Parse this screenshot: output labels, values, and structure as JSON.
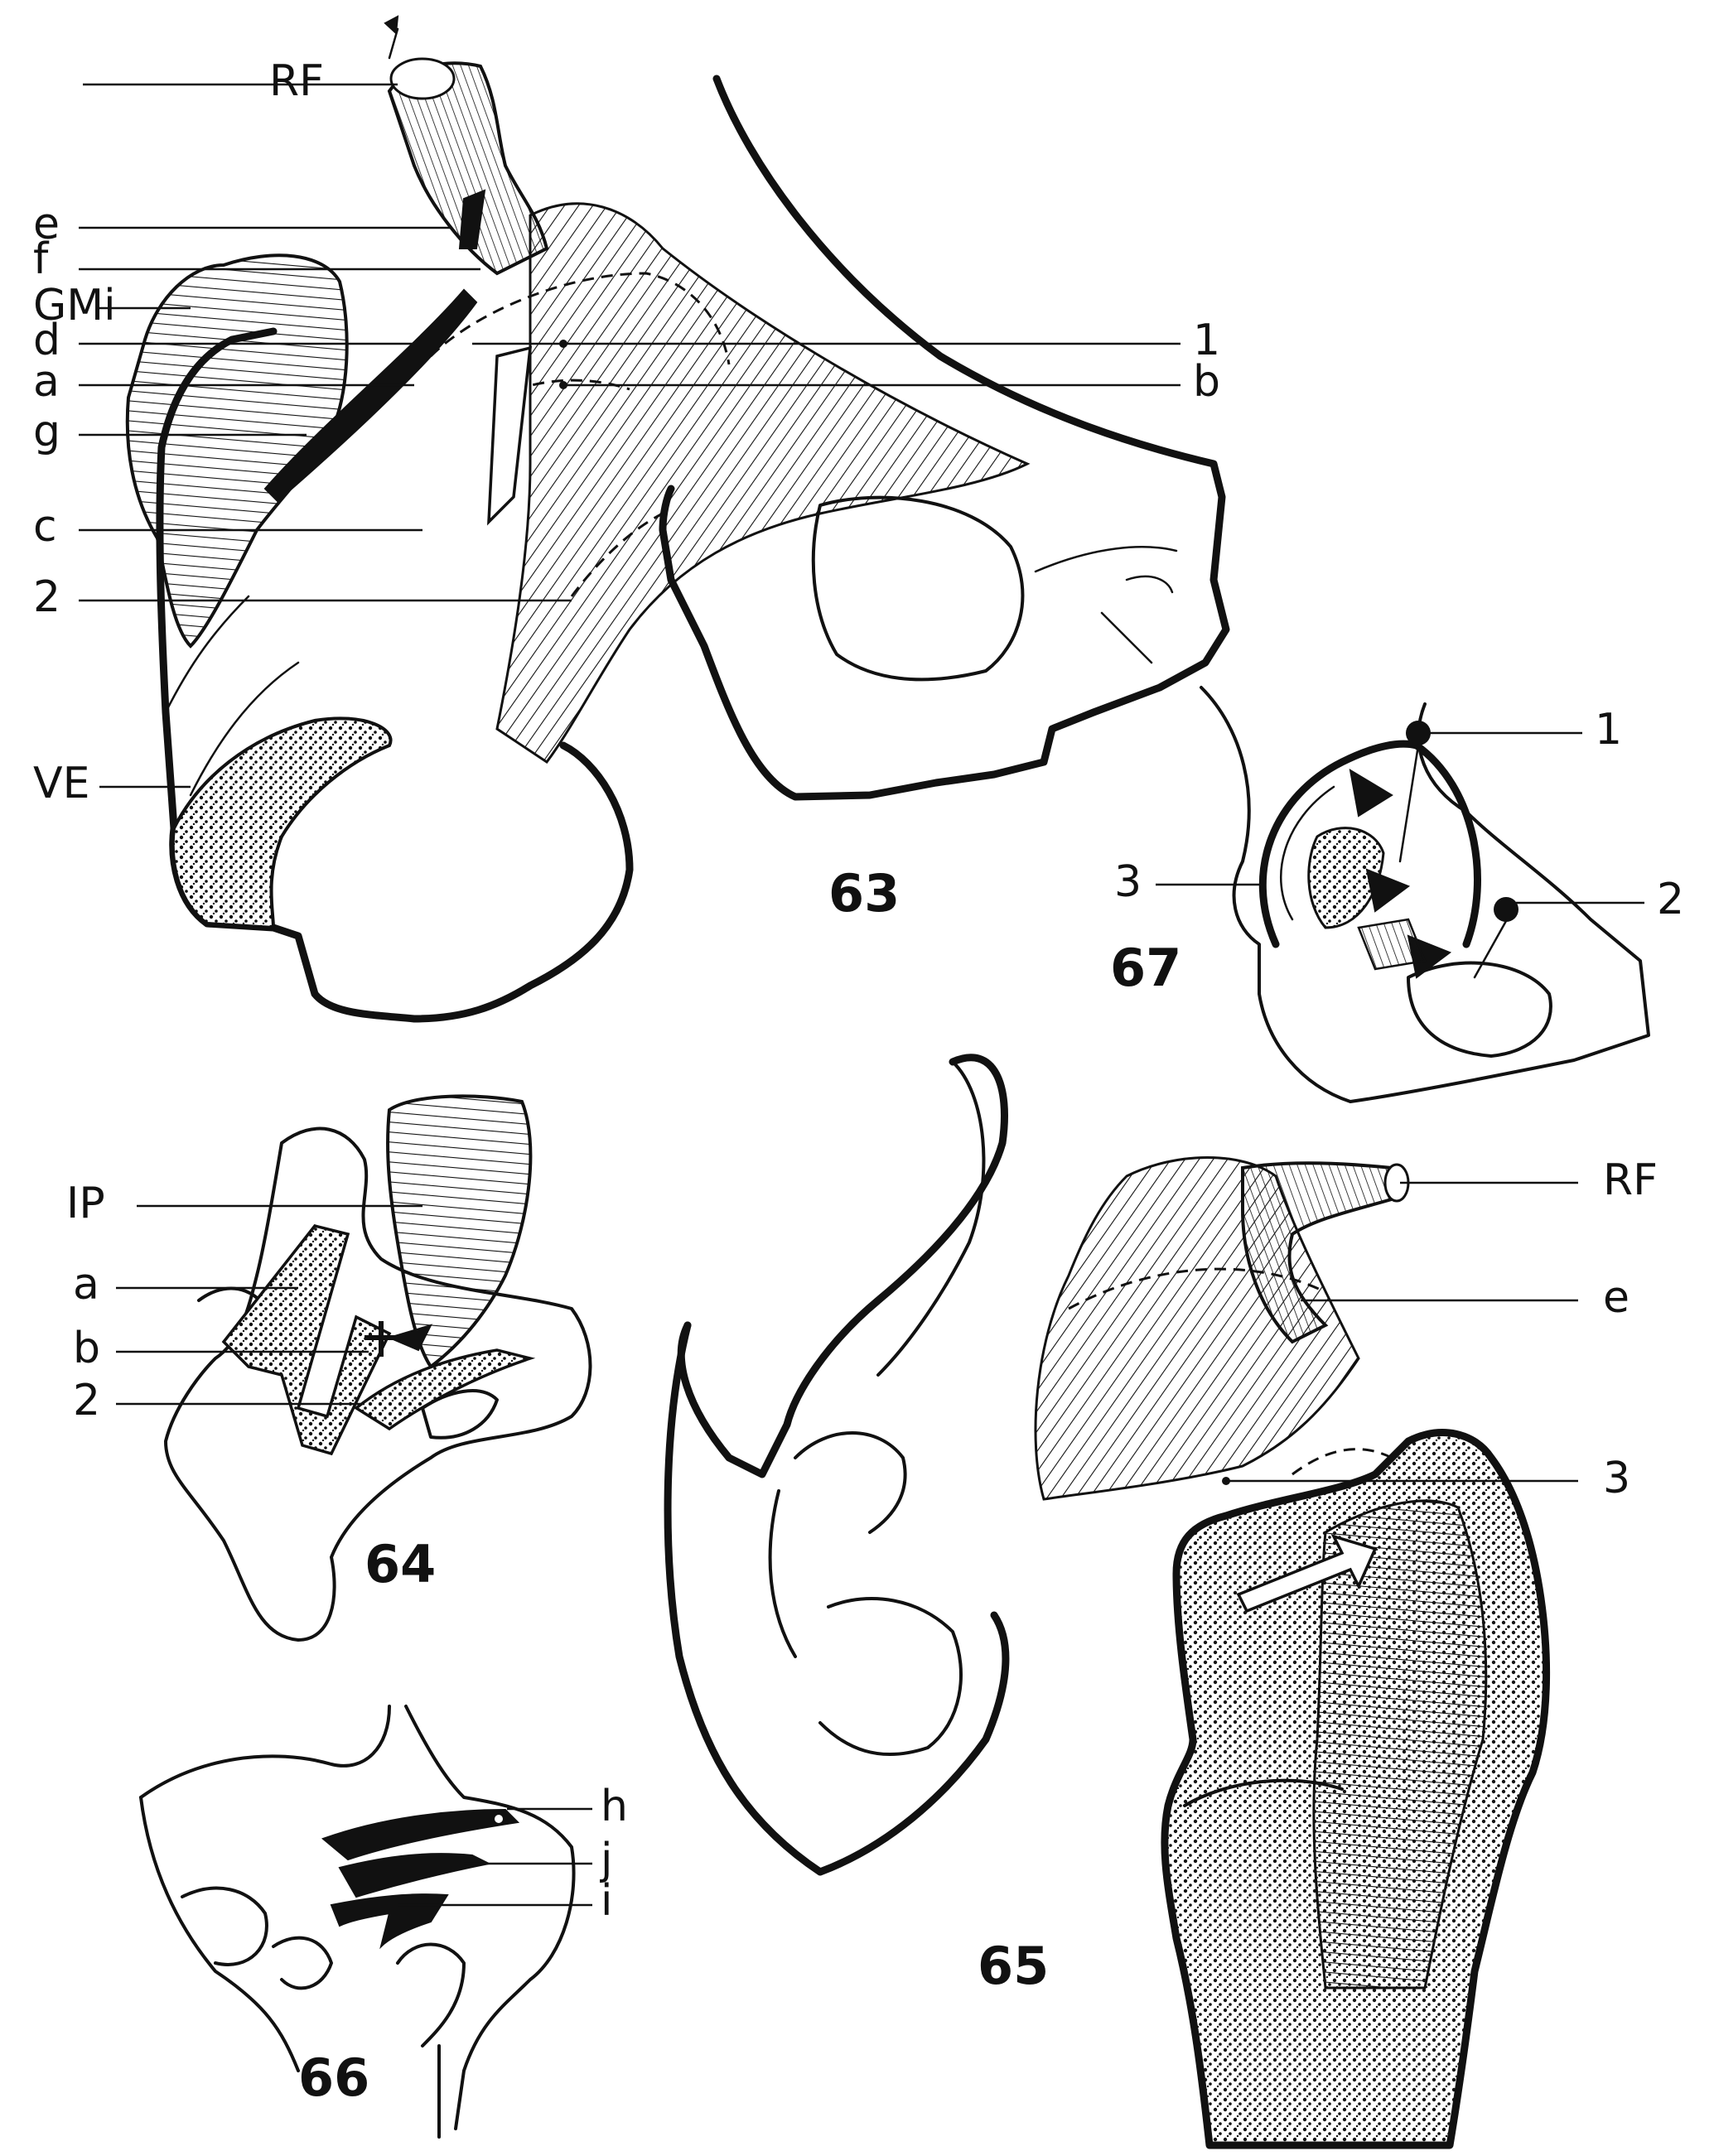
{
  "figures": [
    {
      "id": "63",
      "number": "63",
      "labels": [
        "RF",
        "e",
        "f",
        "GMi",
        "d",
        "a",
        "g",
        "c",
        "2",
        "VE",
        "1",
        "b"
      ]
    },
    {
      "id": "64",
      "number": "64",
      "labels": [
        "IP",
        "a",
        "b",
        "2"
      ]
    },
    {
      "id": "65",
      "number": "65",
      "labels": [
        "RF",
        "e",
        "3"
      ]
    },
    {
      "id": "66",
      "number": "66",
      "labels": [
        "h",
        "j",
        "i"
      ]
    },
    {
      "id": "67",
      "number": "67",
      "labels": [
        "1",
        "3",
        "2"
      ]
    }
  ]
}
